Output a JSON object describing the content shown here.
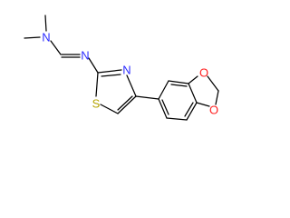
{
  "atoms": {
    "n_dimethyl": "N",
    "n_imine": "N",
    "n_thiazole": "N",
    "s_thiazole": "S",
    "o_upper": "O",
    "o_lower": "O"
  },
  "colors": {
    "bond": "#000000",
    "nitrogen": "#2b2bff",
    "sulfur": "#b5a400",
    "oxygen": "#ff1f1f"
  }
}
